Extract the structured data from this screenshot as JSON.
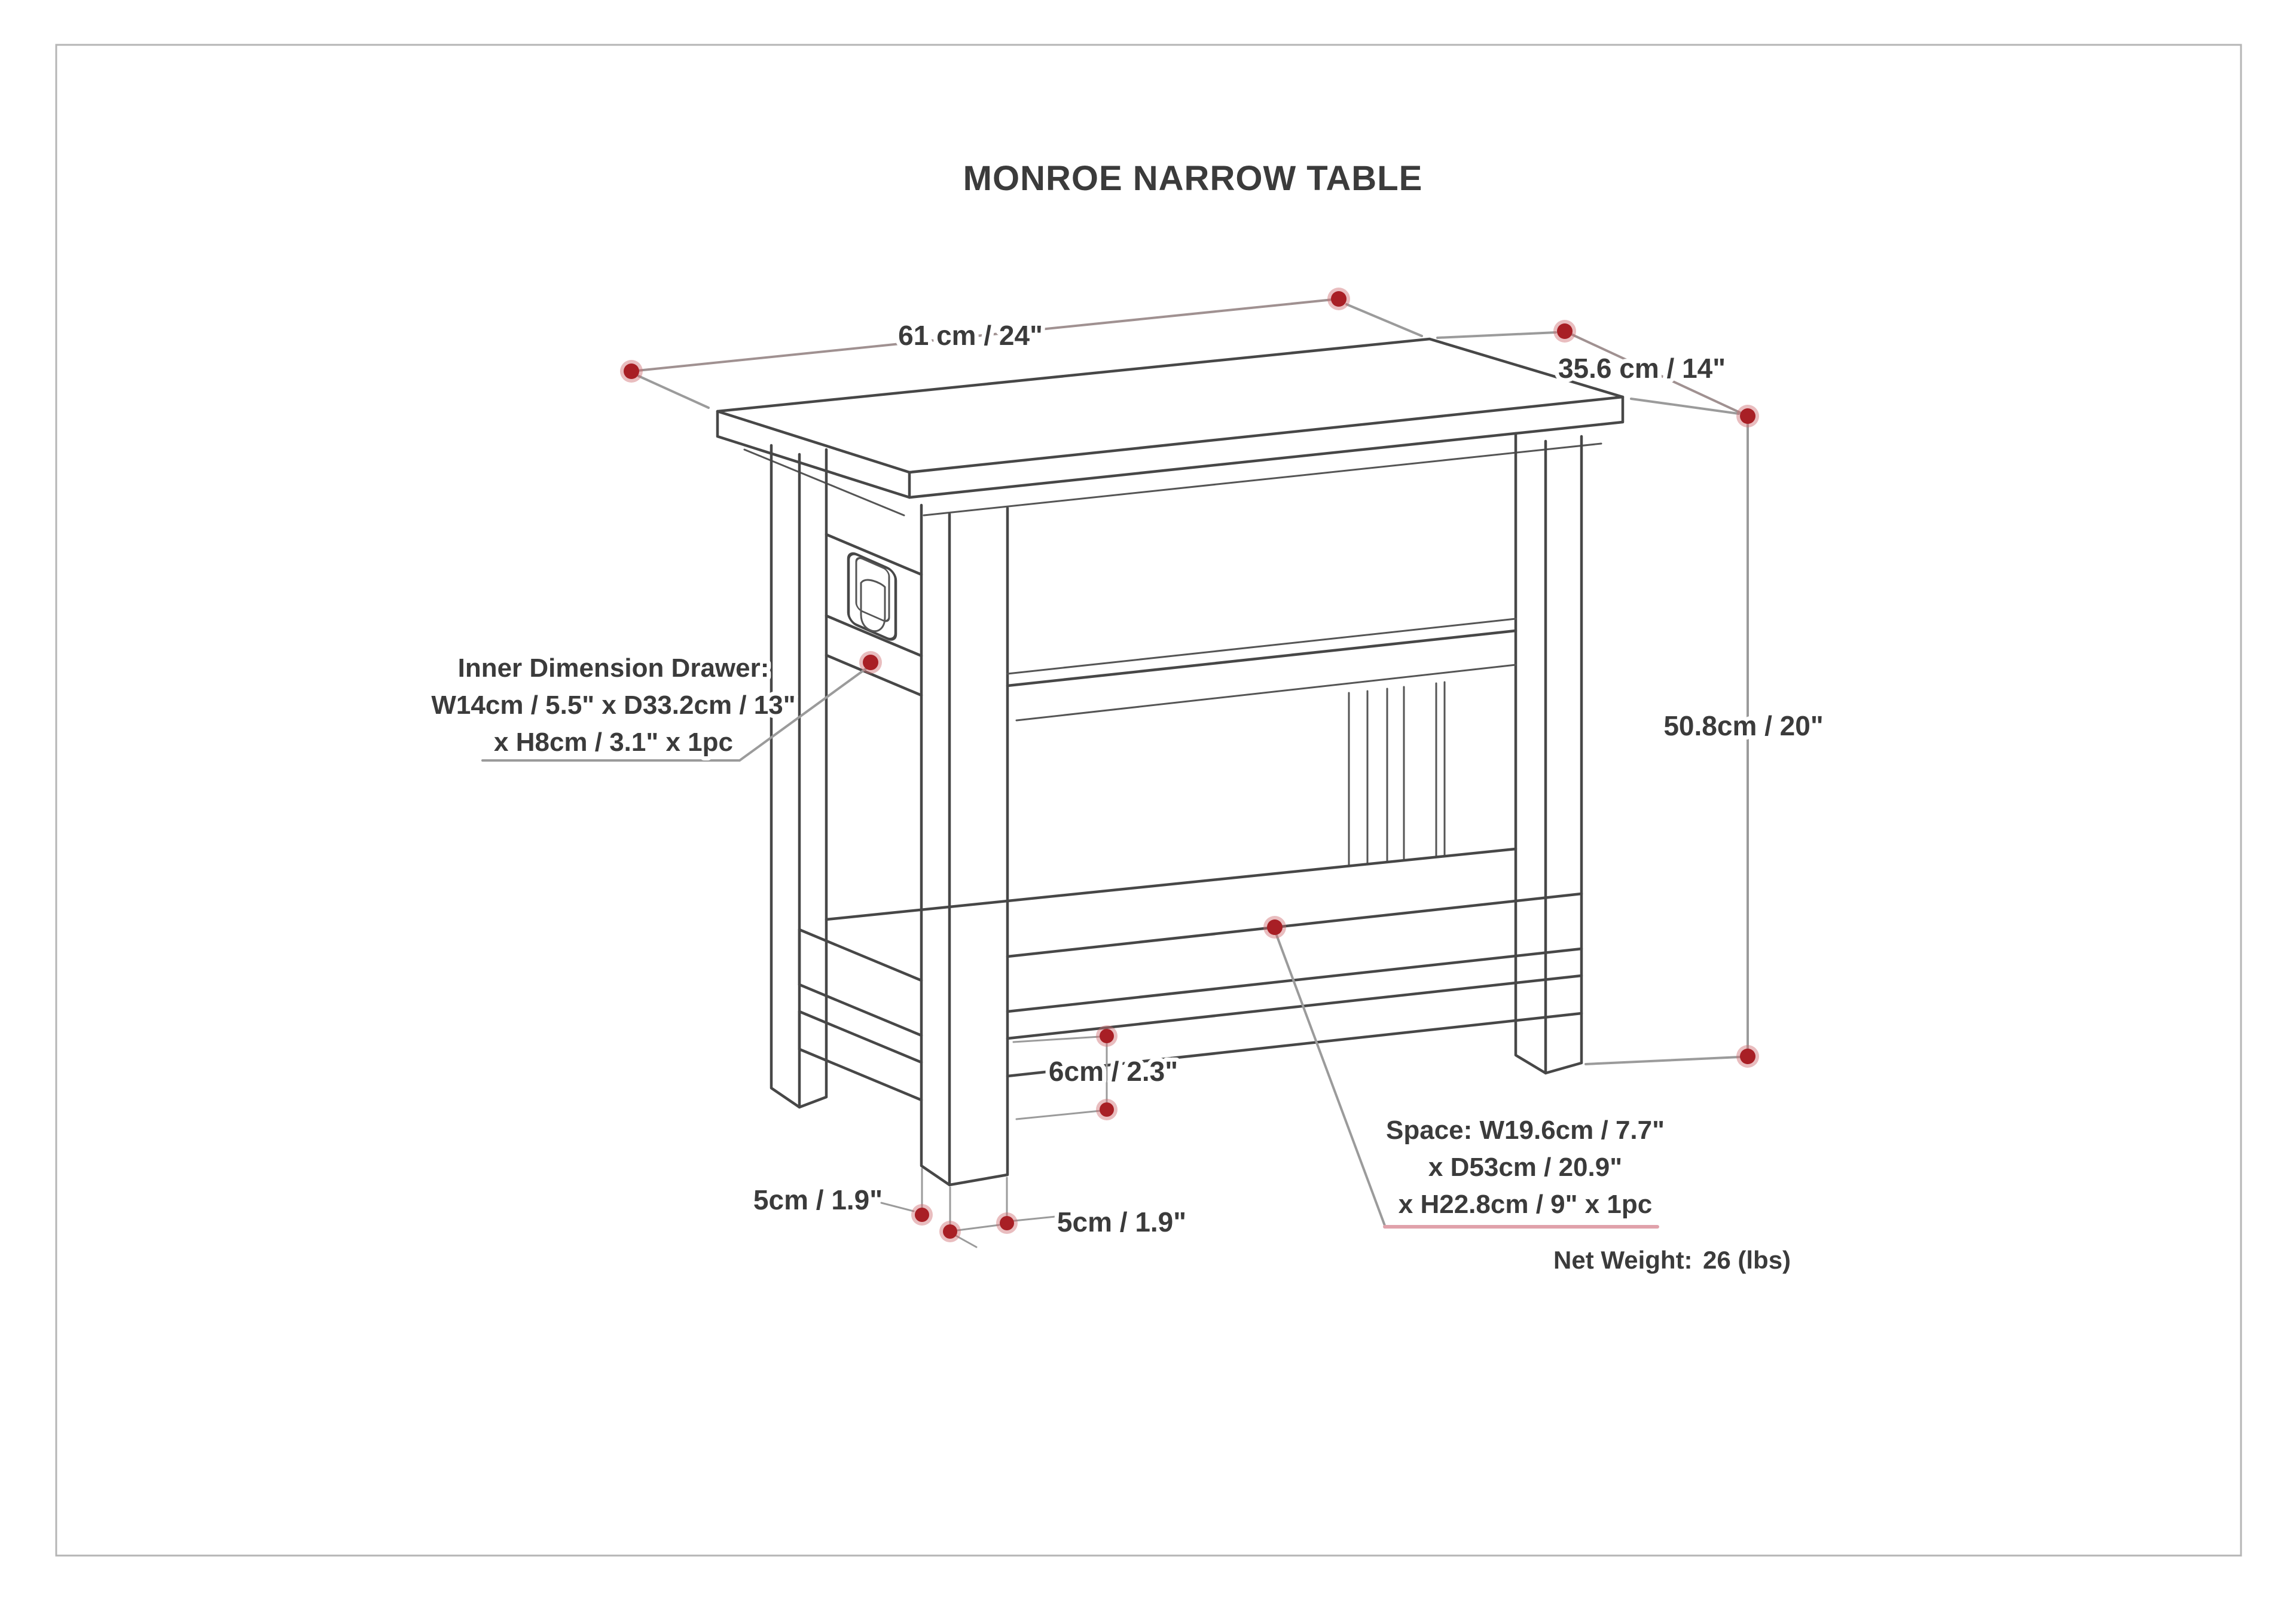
{
  "title": "MONROE NARROW TABLE",
  "dimension_labels": {
    "width": "61 cm / 24\"",
    "depth": "35.6 cm / 14\"",
    "height": "50.8cm / 20\"",
    "shelf_clearance": "6cm / 2.3\"",
    "leg_depth": "5cm / 1.9\"",
    "leg_width": "5cm / 1.9\""
  },
  "drawer_note": {
    "line1": "Inner Dimension Drawer:",
    "line2": "W14cm / 5.5\" x D33.2cm / 13\"",
    "line3": "x H8cm / 3.1\" x 1pc"
  },
  "space_note": {
    "line1": "Space: W19.6cm / 7.7\"",
    "line2": "x D53cm / 20.9\"",
    "line3": "x H22.8cm / 9\" x 1pc"
  },
  "net_weight": {
    "label": "Net Weight:",
    "value": "26 (lbs)"
  },
  "colors": {
    "outline": "#474747",
    "dimension_line": "#9b9b9b",
    "marker_dot": "#a81f25",
    "space_underline": "#e0a2ab",
    "text": "#3b3b3b",
    "page_border": "#b5b5b5"
  }
}
